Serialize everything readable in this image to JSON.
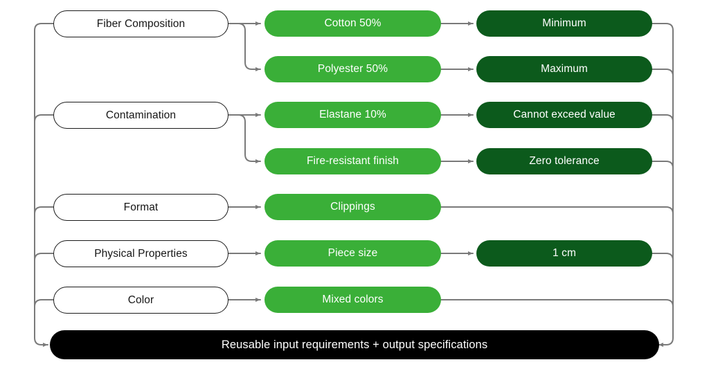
{
  "diagram": {
    "title": "Reusable textile input requirements and output specifications flow",
    "colors": {
      "mid_green": "#3aaf38",
      "dark_green": "#0c5a1c",
      "summary_black": "#000000",
      "wire_gray": "#7a7a7a",
      "category_border": "#1b1b1b",
      "background": "#ffffff"
    },
    "categories": [
      {
        "id": "fiber-composition",
        "label": "Fiber Composition"
      },
      {
        "id": "contamination",
        "label": "Contamination"
      },
      {
        "id": "format",
        "label": "Format"
      },
      {
        "id": "physical-properties",
        "label": "Physical Properties"
      },
      {
        "id": "color",
        "label": "Color"
      }
    ],
    "attributes": [
      {
        "id": "cotton-50",
        "label": "Cotton 50%",
        "parent": "fiber-composition"
      },
      {
        "id": "polyester-50",
        "label": "Polyester 50%",
        "parent": "fiber-composition"
      },
      {
        "id": "elastane-10",
        "label": "Elastane 10%",
        "parent": "contamination"
      },
      {
        "id": "fire-resistant-finish",
        "label": "Fire-resistant finish",
        "parent": "contamination"
      },
      {
        "id": "clippings",
        "label": "Clippings",
        "parent": "format"
      },
      {
        "id": "piece-size",
        "label": "Piece size",
        "parent": "physical-properties"
      },
      {
        "id": "mixed-colors",
        "label": "Mixed colors",
        "parent": "color"
      }
    ],
    "values": [
      {
        "id": "minimum",
        "label": "Minimum",
        "parent": "cotton-50"
      },
      {
        "id": "maximum",
        "label": "Maximum",
        "parent": "polyester-50"
      },
      {
        "id": "cannot-exceed-value",
        "label": "Cannot exceed value",
        "parent": "elastane-10"
      },
      {
        "id": "zero-tolerance",
        "label": "Zero tolerance",
        "parent": "fire-resistant-finish"
      },
      {
        "id": "one-cm",
        "label": "1 cm",
        "parent": "piece-size"
      }
    ],
    "summary": {
      "id": "summary-bar",
      "label": "Reusable input requirements + output specifications"
    }
  }
}
